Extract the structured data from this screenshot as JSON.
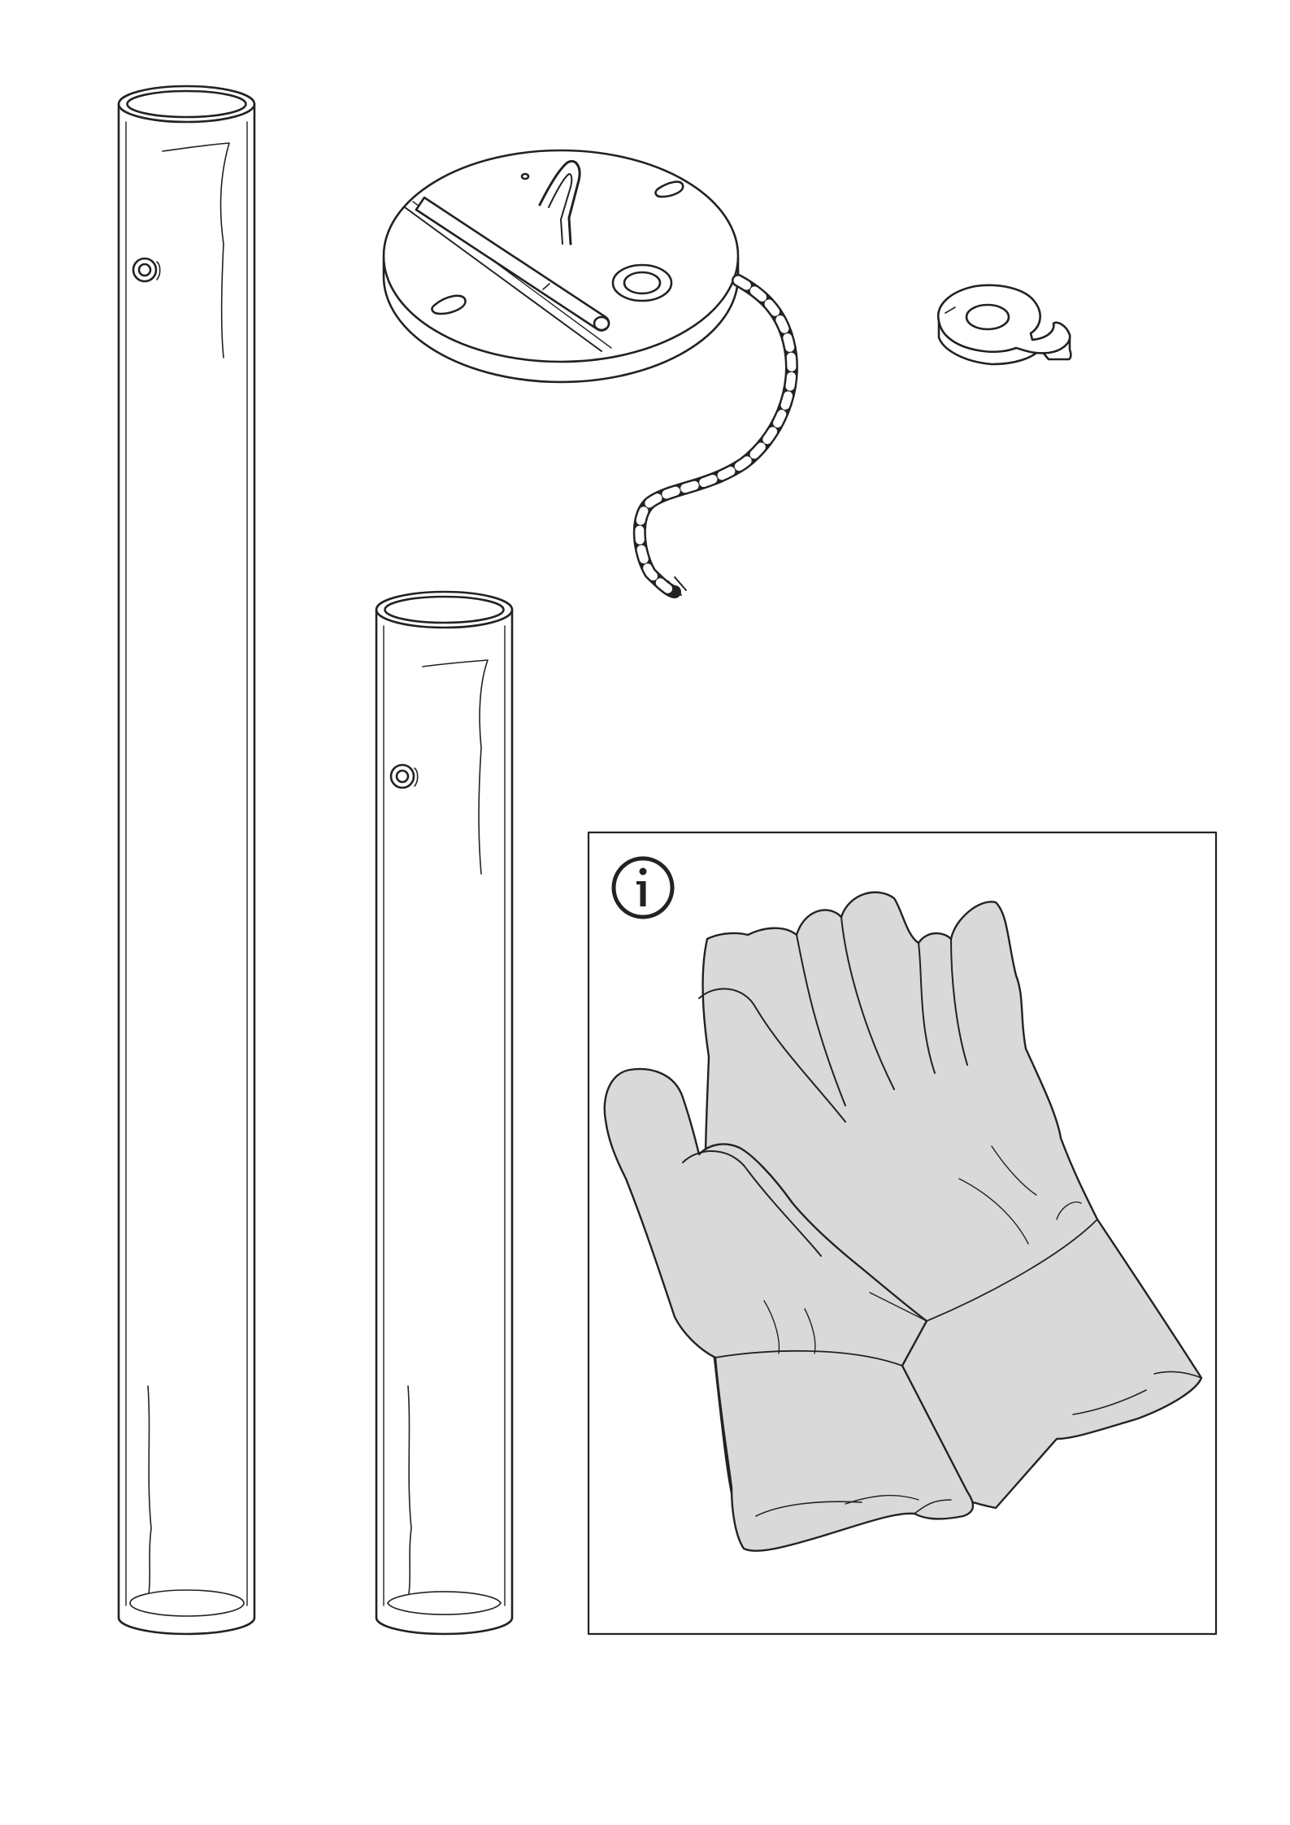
{
  "document": {
    "type": "assembly-instruction-page",
    "parts": [
      {
        "name": "long-glass-tube",
        "icon": "glass-tube-icon"
      },
      {
        "name": "short-glass-tube",
        "icon": "glass-tube-icon"
      },
      {
        "name": "ceiling-plate-with-cord",
        "icon": "ceiling-plate-icon"
      },
      {
        "name": "c-clip",
        "icon": "c-clip-icon"
      }
    ],
    "info_panel": {
      "icon": "info-icon",
      "illustration": "work-gloves-icon"
    }
  },
  "colors": {
    "line": "#222222",
    "glove_fill": "#d9d9d9",
    "page": "#ffffff"
  }
}
